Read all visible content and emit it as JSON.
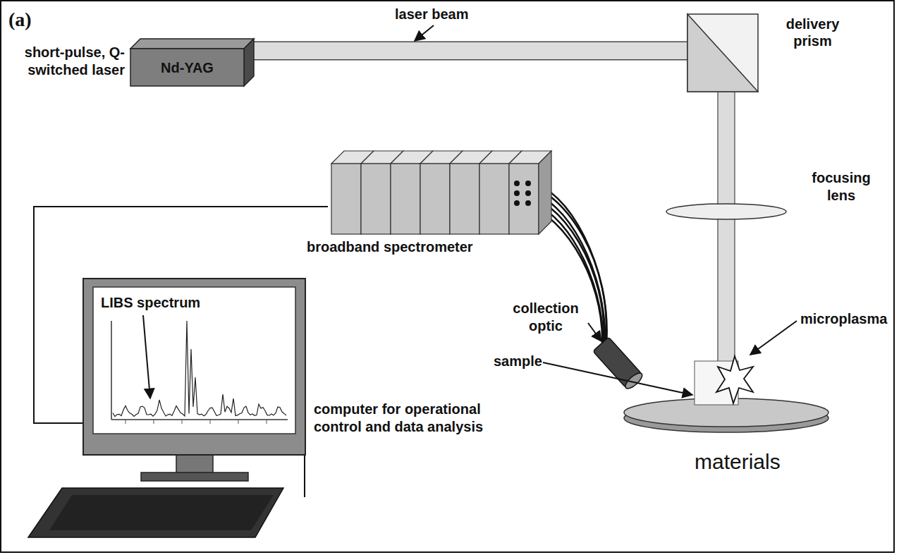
{
  "diagram": {
    "nodes": [
      {
        "text": [
          "Nd-YAG"
        ]
      },
      {
        "text": [
          "delivery prism"
        ]
      },
      {
        "text": [
          "broadband spectrometer"
        ]
      },
      {
        "text": [
          "LIBS spectrum"
        ]
      }
    ],
    "edges": [
      {
        "from": 0,
        "to": 1,
        "arrow": "none"
      },
      {
        "from": 2,
        "to": 3,
        "arrow": "none"
      }
    ],
    "labels": [
      "(a)",
      "laser beam",
      "short-pulse, Q-switched laser",
      "focusing lens",
      "collection optic",
      "microplasma",
      "sample",
      "computer for operational control and data analysis",
      "materials"
    ]
  }
}
